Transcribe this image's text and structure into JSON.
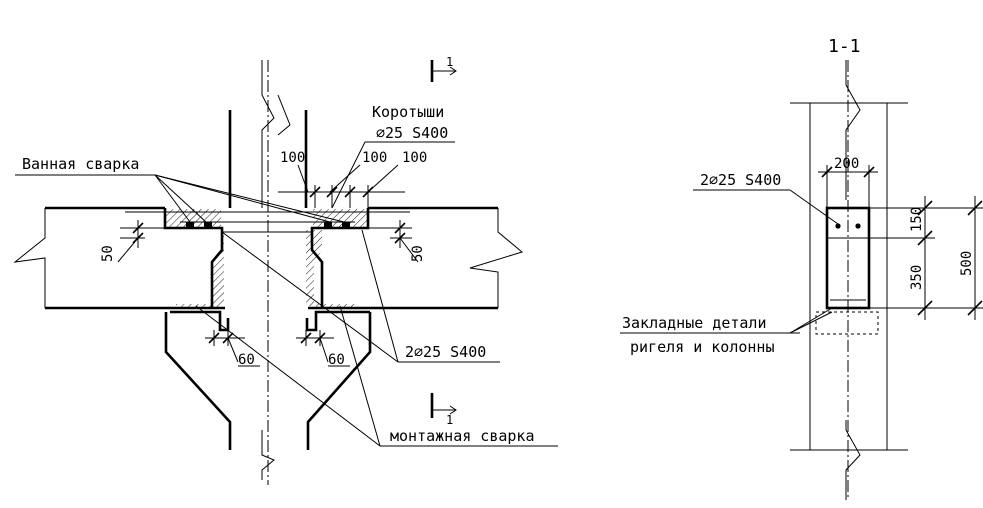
{
  "labels": {
    "vannaya_svarka": "Ванная сварка",
    "korotyshi": "Коротыши",
    "korotyshi_spec": "∅25 S400",
    "bars_main": "2∅25 S400",
    "montazh_svarka": "монтажная сварка",
    "section_title": "1-1",
    "section_mark": "1",
    "bars_section": "2∅25 S400",
    "zakladnye_line1": "Закладные детали",
    "zakladnye_line2": "ригеля и колонны"
  },
  "dimensions": {
    "d100_a": "100",
    "d100_b": "100",
    "d100_c": "100",
    "d50_left": "50",
    "d50_right": "50",
    "d60_left": "60",
    "d60_right": "60",
    "d200": "200",
    "d150": "150",
    "d350": "350",
    "d500": "500"
  }
}
